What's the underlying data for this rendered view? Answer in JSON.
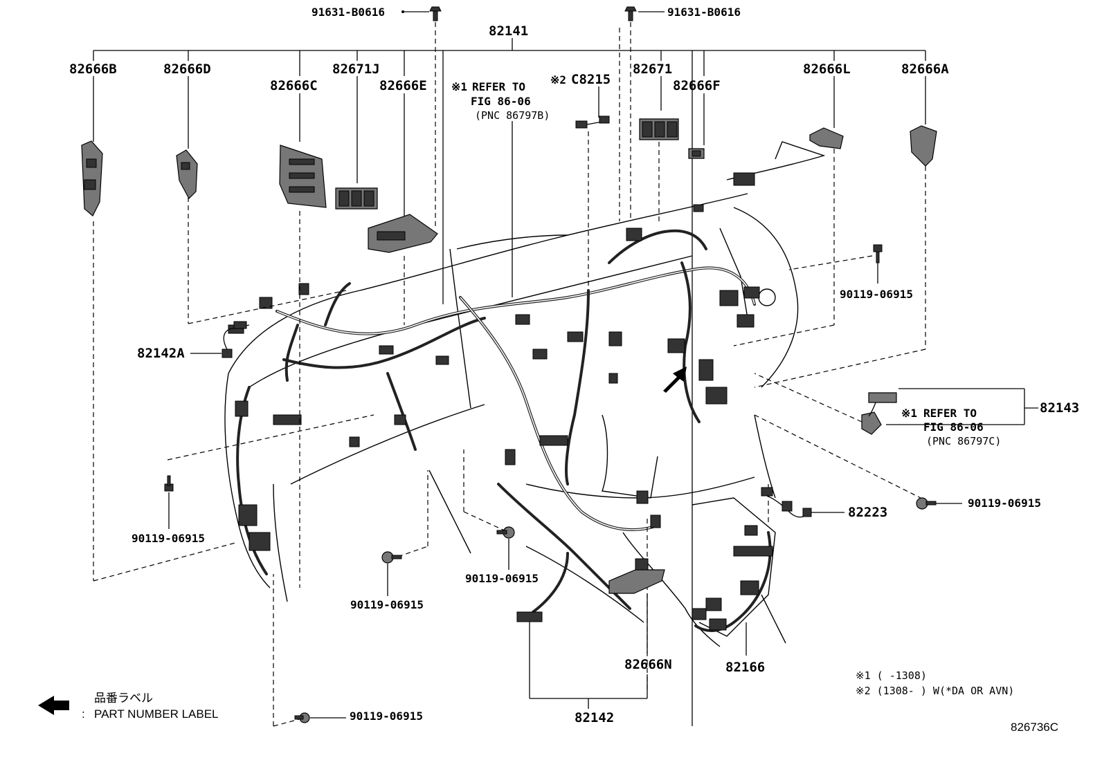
{
  "diagram_id": "826736C",
  "part_numbers": {
    "main_harness": "82141",
    "clip_left": "91631-B0616",
    "clip_right": "91631-B0616",
    "b": "82666B",
    "d": "82666D",
    "c": "82666C",
    "j": "82671J",
    "e": "82666E",
    "c8215": "C8215",
    "k": "82671",
    "f": "82666F",
    "l": "82666L",
    "a": "82666A",
    "wire_a": "82142A",
    "bolt_right_top": "90119-06915",
    "assy_right": "82143",
    "wire_82223": "82223",
    "bolt_right_mid": "90119-06915",
    "bolt_left": "90119-06915",
    "bolt_center_low": "90119-06915",
    "bolt_center_mid": "90119-06915",
    "n": "82666N",
    "floor_harness": "82166",
    "wire_82142": "82142",
    "bolt_bottom": "90119-06915"
  },
  "refer_notes": {
    "note1_mark": "※1",
    "note1_line1": "REFER TO",
    "note1_line2": "FIG 86-06",
    "note1_line3": "(PNC 86797B)",
    "note2_mark": "※2",
    "right_mark": "※1",
    "right_line1": "REFER TO",
    "right_line2": "FIG 86-06",
    "right_line3": "(PNC 86797C)"
  },
  "footnotes": {
    "fn1": "※1 (      -1308)",
    "fn2": "※2 (1308-      ) W(*DA OR AVN)"
  },
  "legend": {
    "jp_label": "品番ラベル",
    "en_label": "PART NUMBER LABEL"
  }
}
